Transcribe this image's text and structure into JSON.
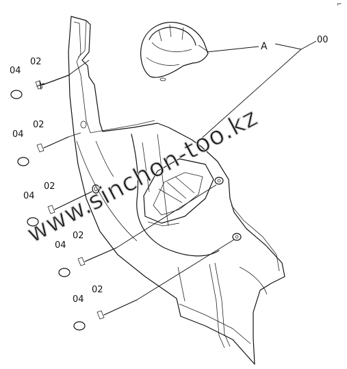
{
  "labels": {
    "assembly": "00",
    "view_ref": "A",
    "screw": "02",
    "cap": "04",
    "corner_mark": "⌐"
  },
  "watermark": "www.sinchon-too.kz",
  "callouts": {
    "screw_count": 5,
    "cap_count": 5
  }
}
